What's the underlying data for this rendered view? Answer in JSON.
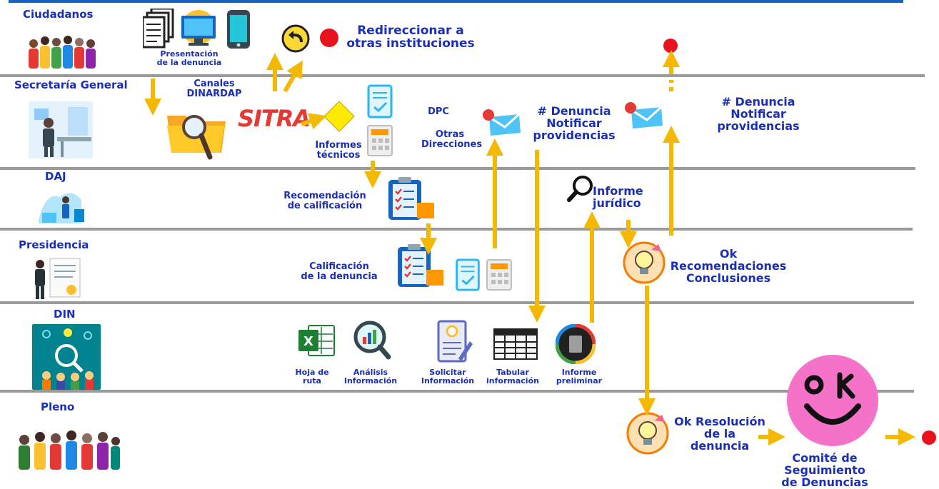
{
  "lanes": {
    "ciudadanos": "Ciudadanos",
    "secretaria": "Secretaría General",
    "daj": "DAJ",
    "presidencia": "Presidencia",
    "din": "DIN",
    "pleno": "Pleno"
  },
  "labels": {
    "presentacion_1": "Presentación",
    "presentacion_2": "de la denuncia",
    "redireccionar_1": "Redireccionar a",
    "redireccionar_2": "otras instituciones",
    "canales_1": "Canales",
    "canales_2": "DINARDAP",
    "sitra_logo": "SITRA",
    "informes_1": "Informes",
    "informes_2": "técnicos",
    "dpc": "DPC",
    "otras_1": "Otras",
    "otras_2": "Direcciones",
    "denuncia_num_1": "# Denuncia",
    "notificar_1": "Notificar",
    "providencias_1": "providencias",
    "denuncia_num_2": "# Denuncia",
    "notificar_2": "Notificar",
    "providencias_2": "providencias",
    "recomendacion_1": "Recomendación",
    "recomendacion_2": "de calificación",
    "informe_juridico_1": "Informe",
    "informe_juridico_2": "jurídico",
    "calificacion_1": "Calificación",
    "calificacion_2": "de la denuncia",
    "ok_1": "Ok",
    "recomendaciones": "Recomendaciones",
    "conclusiones": "Conclusiones",
    "hoja_1": "Hoja de",
    "hoja_2": "ruta",
    "analisis_1": "Análisis",
    "analisis_2": "Información",
    "solicitar_1": "Solicitar",
    "solicitar_2": "Información",
    "tabular_1": "Tabular",
    "tabular_2": "información",
    "preliminar_1": "Informe",
    "preliminar_2": "preliminar",
    "resolucion_1": "Ok Resolución",
    "resolucion_2": "de la",
    "resolucion_3": "denuncia",
    "comite_1": "Comité de Seguimiento",
    "comite_2": "de Denuncias",
    "excel_letter": "X"
  },
  "colors": {
    "text": "#1a2fb5",
    "arrow": "#f5b800",
    "lane": "#9a9a9a",
    "end_dot": "#e8121e",
    "ok_face": "#f472c8"
  }
}
